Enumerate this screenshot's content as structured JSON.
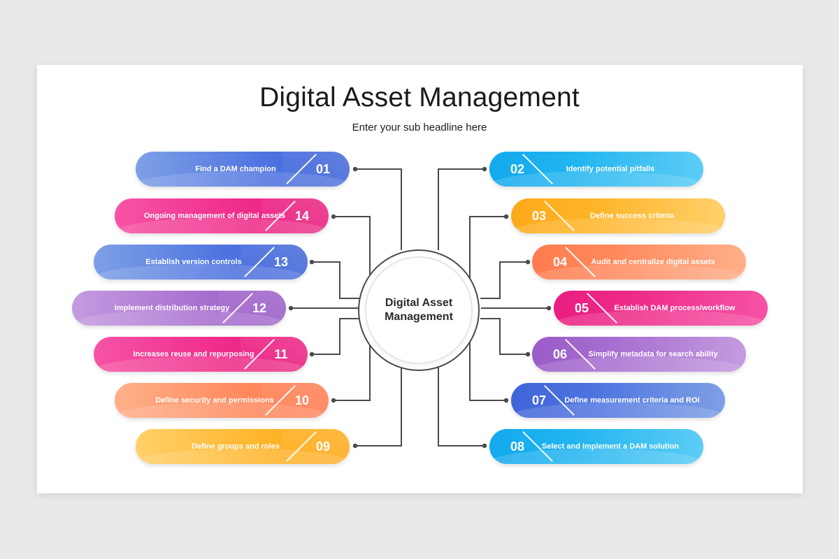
{
  "slide": {
    "title": "Digital Asset Management",
    "subtitle": "Enter your sub headline here",
    "center": "Digital Asset Management"
  },
  "colors": {
    "blue": "#4f74e0",
    "pink": "#ef2c8a",
    "purple": "#a86fd0",
    "orange": "#ff8a5e",
    "yellow": "#ffb52a",
    "cyan": "#22b5f0",
    "connector": "#4a4a4a"
  },
  "items": [
    {
      "num": "01",
      "label": "Find a DAM champion",
      "color": "blue"
    },
    {
      "num": "02",
      "label": "Identify potential pitfalls",
      "color": "cyan"
    },
    {
      "num": "03",
      "label": "Define success criteria",
      "color": "yellow"
    },
    {
      "num": "04",
      "label": "Audit and centralize digital assets",
      "color": "orange"
    },
    {
      "num": "05",
      "label": "Establish DAM process/workflow",
      "color": "pink"
    },
    {
      "num": "06",
      "label": "Simplify metadata for search ability",
      "color": "purple"
    },
    {
      "num": "07",
      "label": "Define measurement criteria and ROI",
      "color": "blue"
    },
    {
      "num": "08",
      "label": "Select and implement a DAM solution",
      "color": "cyan"
    },
    {
      "num": "09",
      "label": "Define groups and roles",
      "color": "yellow"
    },
    {
      "num": "10",
      "label": "Define security and permissions",
      "color": "orange"
    },
    {
      "num": "11",
      "label": "Increases reuse and repurposing",
      "color": "pink"
    },
    {
      "num": "12",
      "label": "Implement distribution strategy",
      "color": "purple"
    },
    {
      "num": "13",
      "label": "Establish version controls",
      "color": "blue"
    },
    {
      "num": "14",
      "label": "Ongoing management of digital assets",
      "color": "pink"
    }
  ]
}
